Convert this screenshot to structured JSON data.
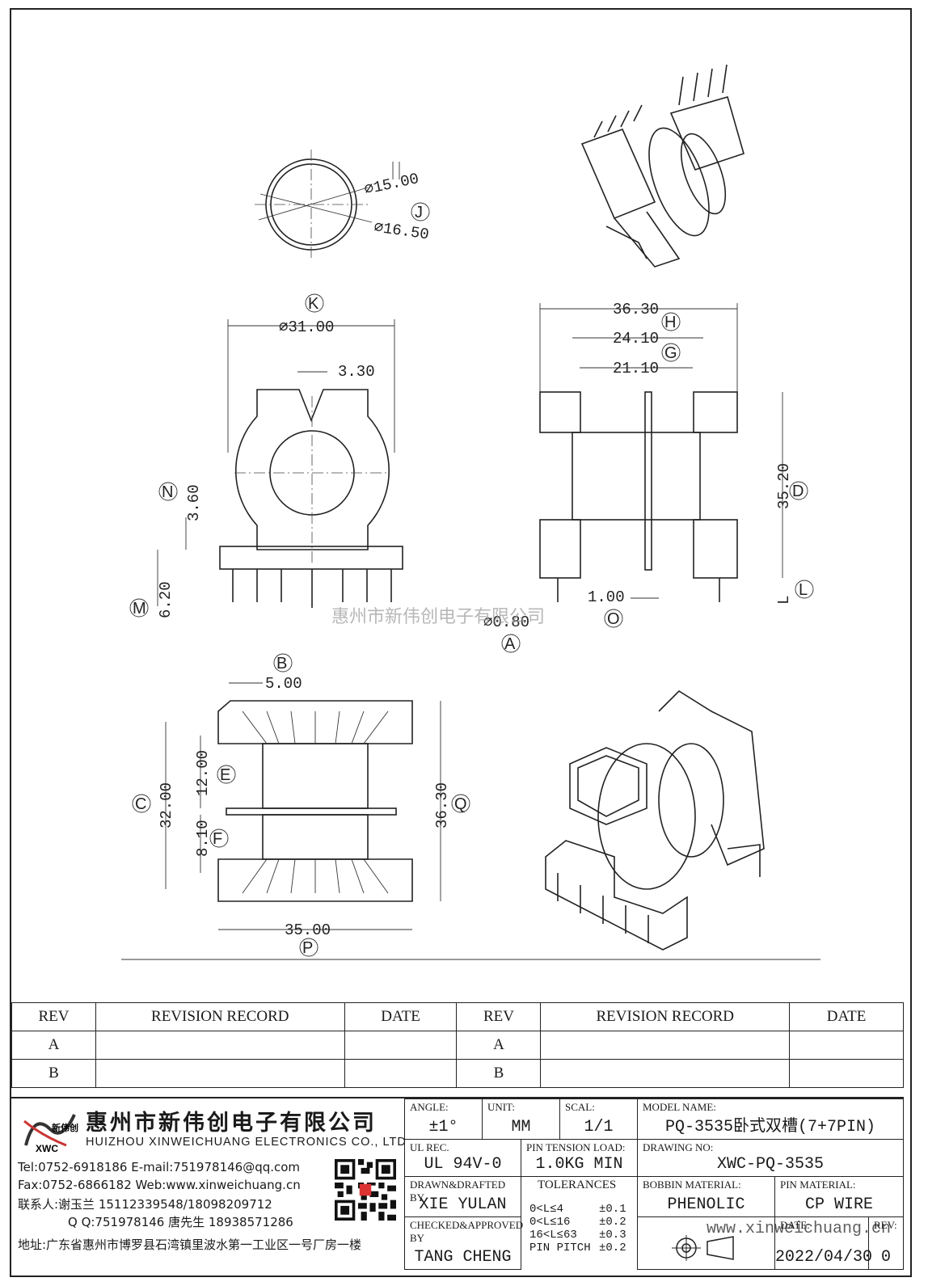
{
  "dims": {
    "d_inner": "⌀15.00",
    "d_outer": "⌀16.50",
    "k": "⌀31.00",
    "k3": "3.30",
    "n": "3.60",
    "m": "6.20",
    "w1": "36.30",
    "w2": "24.10",
    "w3": "21.10",
    "h1": "35.20",
    "t1": "1.00",
    "pin": "⌀0.80",
    "b": "5.00",
    "c": "32.00",
    "e": "12.00",
    "f": "8.10",
    "q": "36.30",
    "p": "35.00"
  },
  "labels": {
    "J": "J",
    "K": "K",
    "H": "H",
    "G": "G",
    "D": "D",
    "N": "N",
    "M": "M",
    "L": "L",
    "O": "O",
    "A": "A",
    "B": "B",
    "C": "C",
    "E": "E",
    "F": "F",
    "Q": "Q",
    "P": "P"
  },
  "watermark": {
    "company": "惠州市新伟创电子有限公司",
    "site": "www.xinweichuang.cn"
  },
  "revision": {
    "headers": [
      "REV",
      "REVISION RECORD",
      "DATE",
      "REV",
      "REVISION RECORD",
      "DATE"
    ],
    "rows": [
      [
        "A",
        "",
        "",
        "A",
        "",
        ""
      ],
      [
        "B",
        "",
        "",
        "B",
        "",
        ""
      ]
    ]
  },
  "company": {
    "logo_text": "新伟创",
    "logo_abbr": "XWC",
    "name_cn": "惠州市新伟创电子有限公司",
    "name_en": "HUIZHOU XINWEICHUANG ELECTRONICS CO., LTD",
    "tel": "Tel:0752-6918186 E-mail:751978146@qq.com",
    "fax": "Fax:0752-6866182 Web:www.xinweichuang.cn",
    "contact1": "联系人:谢玉兰 15112339548/18098209712",
    "contact2": "Q Q:751978146    唐先生 18938571286",
    "address": "地址:广东省惠州市博罗县石湾镇里波水第一工业区一号厂房一楼"
  },
  "title_block": {
    "angle_cap": "ANGLE:",
    "angle": "±1°",
    "unit_cap": "UNIT:",
    "unit": "MM",
    "scale_cap": "SCAL:",
    "scale": "1/1",
    "model_cap": "MODEL NAME:",
    "model": "PQ-3535卧式双槽(7+7PIN)",
    "ul_cap": "UL REC.",
    "ul": "UL 94V-0",
    "tension_cap": "PIN TENSION LOAD:",
    "tension": "1.0KG MIN",
    "drawno_cap": "DRAWING NO:",
    "drawno": "XWC-PQ-3535",
    "drawn_cap": "DRAWN&DRAFTED BY",
    "drawn": "XIE YULAN",
    "tol_cap": "TOLERANCES",
    "tol": [
      [
        "0<L≤4",
        "±0.1"
      ],
      [
        "0<L≤16",
        "±0.2"
      ],
      [
        "16<L≤63",
        "±0.3"
      ],
      [
        "PIN PITCH",
        "±0.2"
      ]
    ],
    "bobbin_cap": "BOBBIN MATERIAL:",
    "bobbin": "PHENOLIC",
    "pinmat_cap": "PIN MATERIAL:",
    "pinmat": "CP WIRE",
    "checked_cap": "CHECKED&APPROVED BY",
    "checked": "TANG CHENG",
    "date_cap": "DATE:",
    "date": "2022/04/30",
    "rev_cap": "REV:",
    "rev": "0"
  }
}
